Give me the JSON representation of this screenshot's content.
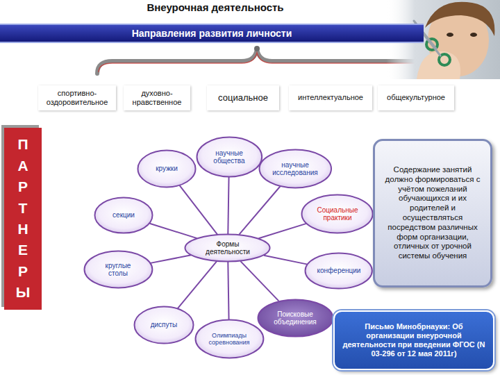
{
  "diagram": {
    "title": "Внеурочная деятельность",
    "nodes": [
      {
        "text": [
          "Направления развития личности"
        ]
      },
      {
        "text": [
          "спортивно- оздоровительное"
        ]
      },
      {
        "text": [
          "духовно- нравственное"
        ]
      },
      {
        "text": [
          "социальное"
        ]
      },
      {
        "text": [
          "интеллектуальное"
        ]
      },
      {
        "text": [
          "общекультурное"
        ]
      },
      {
        "text": [
          "ПАРТНЕРЫ"
        ]
      },
      {
        "text": [
          "научные общества"
        ]
      },
      {
        "text": [
          "кружки"
        ]
      },
      {
        "text": [
          "научные исследования"
        ]
      },
      {
        "text": [
          "секции"
        ]
      },
      {
        "text": [
          "Социальные практики"
        ]
      },
      {
        "text": [
          "Формы деятельности"
        ]
      },
      {
        "text": [
          "круглые столы"
        ]
      },
      {
        "text": [
          "конференции"
        ]
      },
      {
        "text": [
          "диспуты"
        ]
      },
      {
        "text": [
          "Поисковые объединения"
        ]
      },
      {
        "text": [
          "Олимпиады соревнования"
        ]
      },
      {
        "text": [
          "Содержание занятий должно формироваться с учётом пожеланий обучающихся и их родителей и осуществляться посредством различных форм организации, отличных от урочной системы обучения"
        ]
      },
      {
        "text": [
          "Письмо Минобрнауки: Об организации внеурочной деятельности при введении ФГОС (N 03-296 от 12 мая 2011г)"
        ]
      }
    ],
    "edges": [
      {
        "from": 12,
        "to": 7,
        "arrow": "none"
      },
      {
        "from": 12,
        "to": 8,
        "arrow": "none"
      },
      {
        "from": 12,
        "to": 9,
        "arrow": "none"
      },
      {
        "from": 12,
        "to": 10,
        "arrow": "none"
      },
      {
        "from": 12,
        "to": 11,
        "arrow": "none"
      },
      {
        "from": 12,
        "to": 13,
        "arrow": "none"
      },
      {
        "from": 12,
        "to": 14,
        "arrow": "none"
      },
      {
        "from": 12,
        "to": 15,
        "arrow": "none"
      },
      {
        "from": 12,
        "to": 16,
        "arrow": "none"
      },
      {
        "from": 12,
        "to": 17,
        "arrow": "none"
      }
    ]
  }
}
